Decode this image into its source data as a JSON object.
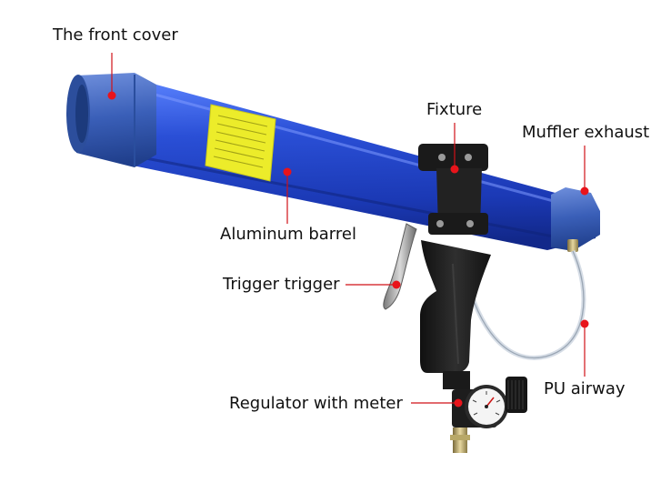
{
  "diagram": {
    "subject": "pneumatic-caulking-gun",
    "labels": {
      "front_cover": "The front cover",
      "fixture": "Fixture",
      "muffler_exhaust": "Muffler exhaust",
      "aluminum_barrel": "Aluminum barrel",
      "trigger": "Trigger trigger",
      "pu_airway": "PU airway",
      "regulator": "Regulator with meter"
    },
    "colors": {
      "barrel": "#2a4fd6",
      "barrel_dark": "#142f9e",
      "cap": "#3a5fb8",
      "warning_label": "#ecec2a",
      "marker": "#e8141b",
      "leader": "#d01018",
      "handle": "#1c1c1c"
    }
  }
}
